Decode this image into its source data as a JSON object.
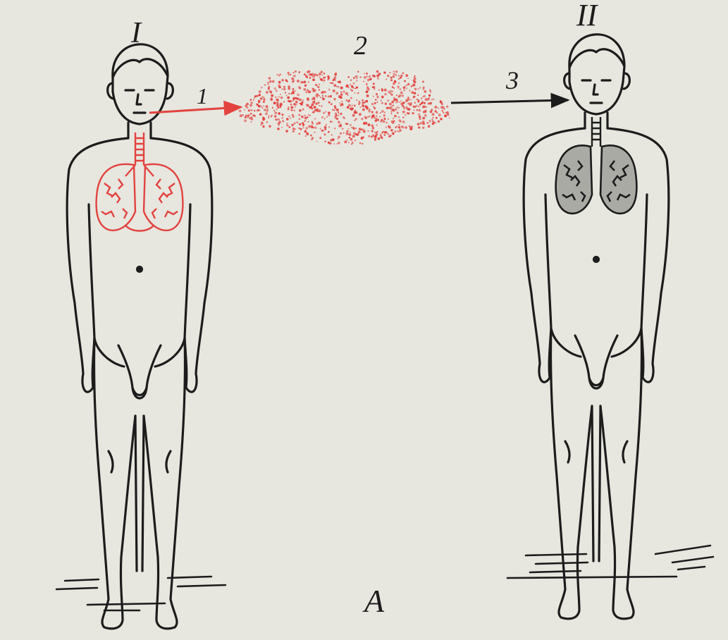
{
  "figure": {
    "person_left_label": "I",
    "person_right_label": "II",
    "step_1_label": "1",
    "step_2_label": "2",
    "step_3_label": "3",
    "panel_label": "A"
  },
  "colors": {
    "paper": "#e7e6df",
    "ink": "#1c1c1c",
    "infected_red": "#e2433f"
  },
  "icons": {
    "person_left": "human-figure-infected-lungs",
    "aerosol": "droplet-cloud",
    "person_right": "human-figure-diseased-lungs"
  }
}
